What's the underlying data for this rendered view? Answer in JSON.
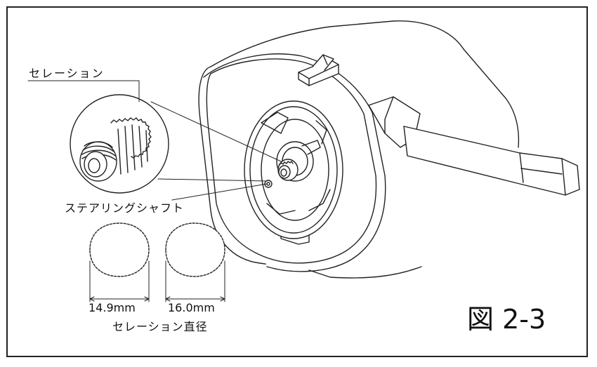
{
  "labels": {
    "serration": "セレーション",
    "steering_shaft": "ステアリングシャフト",
    "diameter_small": "14.9mm",
    "diameter_large": "16.0mm",
    "serration_diameter": "セレーション直径",
    "figure_number": "図 2-3"
  }
}
